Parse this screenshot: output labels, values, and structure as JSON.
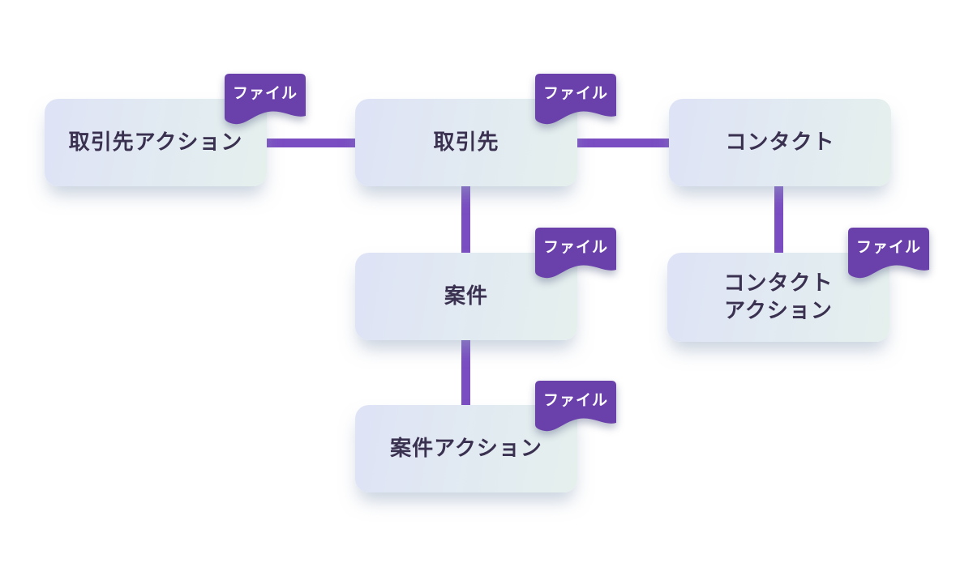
{
  "diagram": {
    "type": "entity-relationship",
    "flag_label": "ファイル",
    "colors": {
      "background": "#ffffff",
      "connector": "#7a4dc2",
      "flag": "#6a41ab",
      "flag_text": "#ffffff",
      "node_text": "#3a3150",
      "node_gradient_start": "#dee3f6",
      "node_gradient_end": "#e5f0ed"
    },
    "nodes": [
      {
        "id": "account-action",
        "label": "取引先アクション",
        "file_flag": true
      },
      {
        "id": "account",
        "label": "取引先",
        "file_flag": true
      },
      {
        "id": "contact",
        "label": "コンタクト",
        "file_flag": false
      },
      {
        "id": "deal",
        "label": "案件",
        "file_flag": true
      },
      {
        "id": "contact-action",
        "label": "コンタクト\nアクション",
        "file_flag": true
      },
      {
        "id": "deal-action",
        "label": "案件アクション",
        "file_flag": true
      }
    ],
    "edges": [
      {
        "from": "取引先アクション",
        "to": "取引先",
        "orientation": "horizontal"
      },
      {
        "from": "取引先",
        "to": "コンタクト",
        "orientation": "horizontal"
      },
      {
        "from": "取引先",
        "to": "案件",
        "orientation": "vertical"
      },
      {
        "from": "コンタクト",
        "to": "コンタクトアクション",
        "orientation": "vertical"
      },
      {
        "from": "案件",
        "to": "案件アクション",
        "orientation": "vertical"
      }
    ]
  }
}
